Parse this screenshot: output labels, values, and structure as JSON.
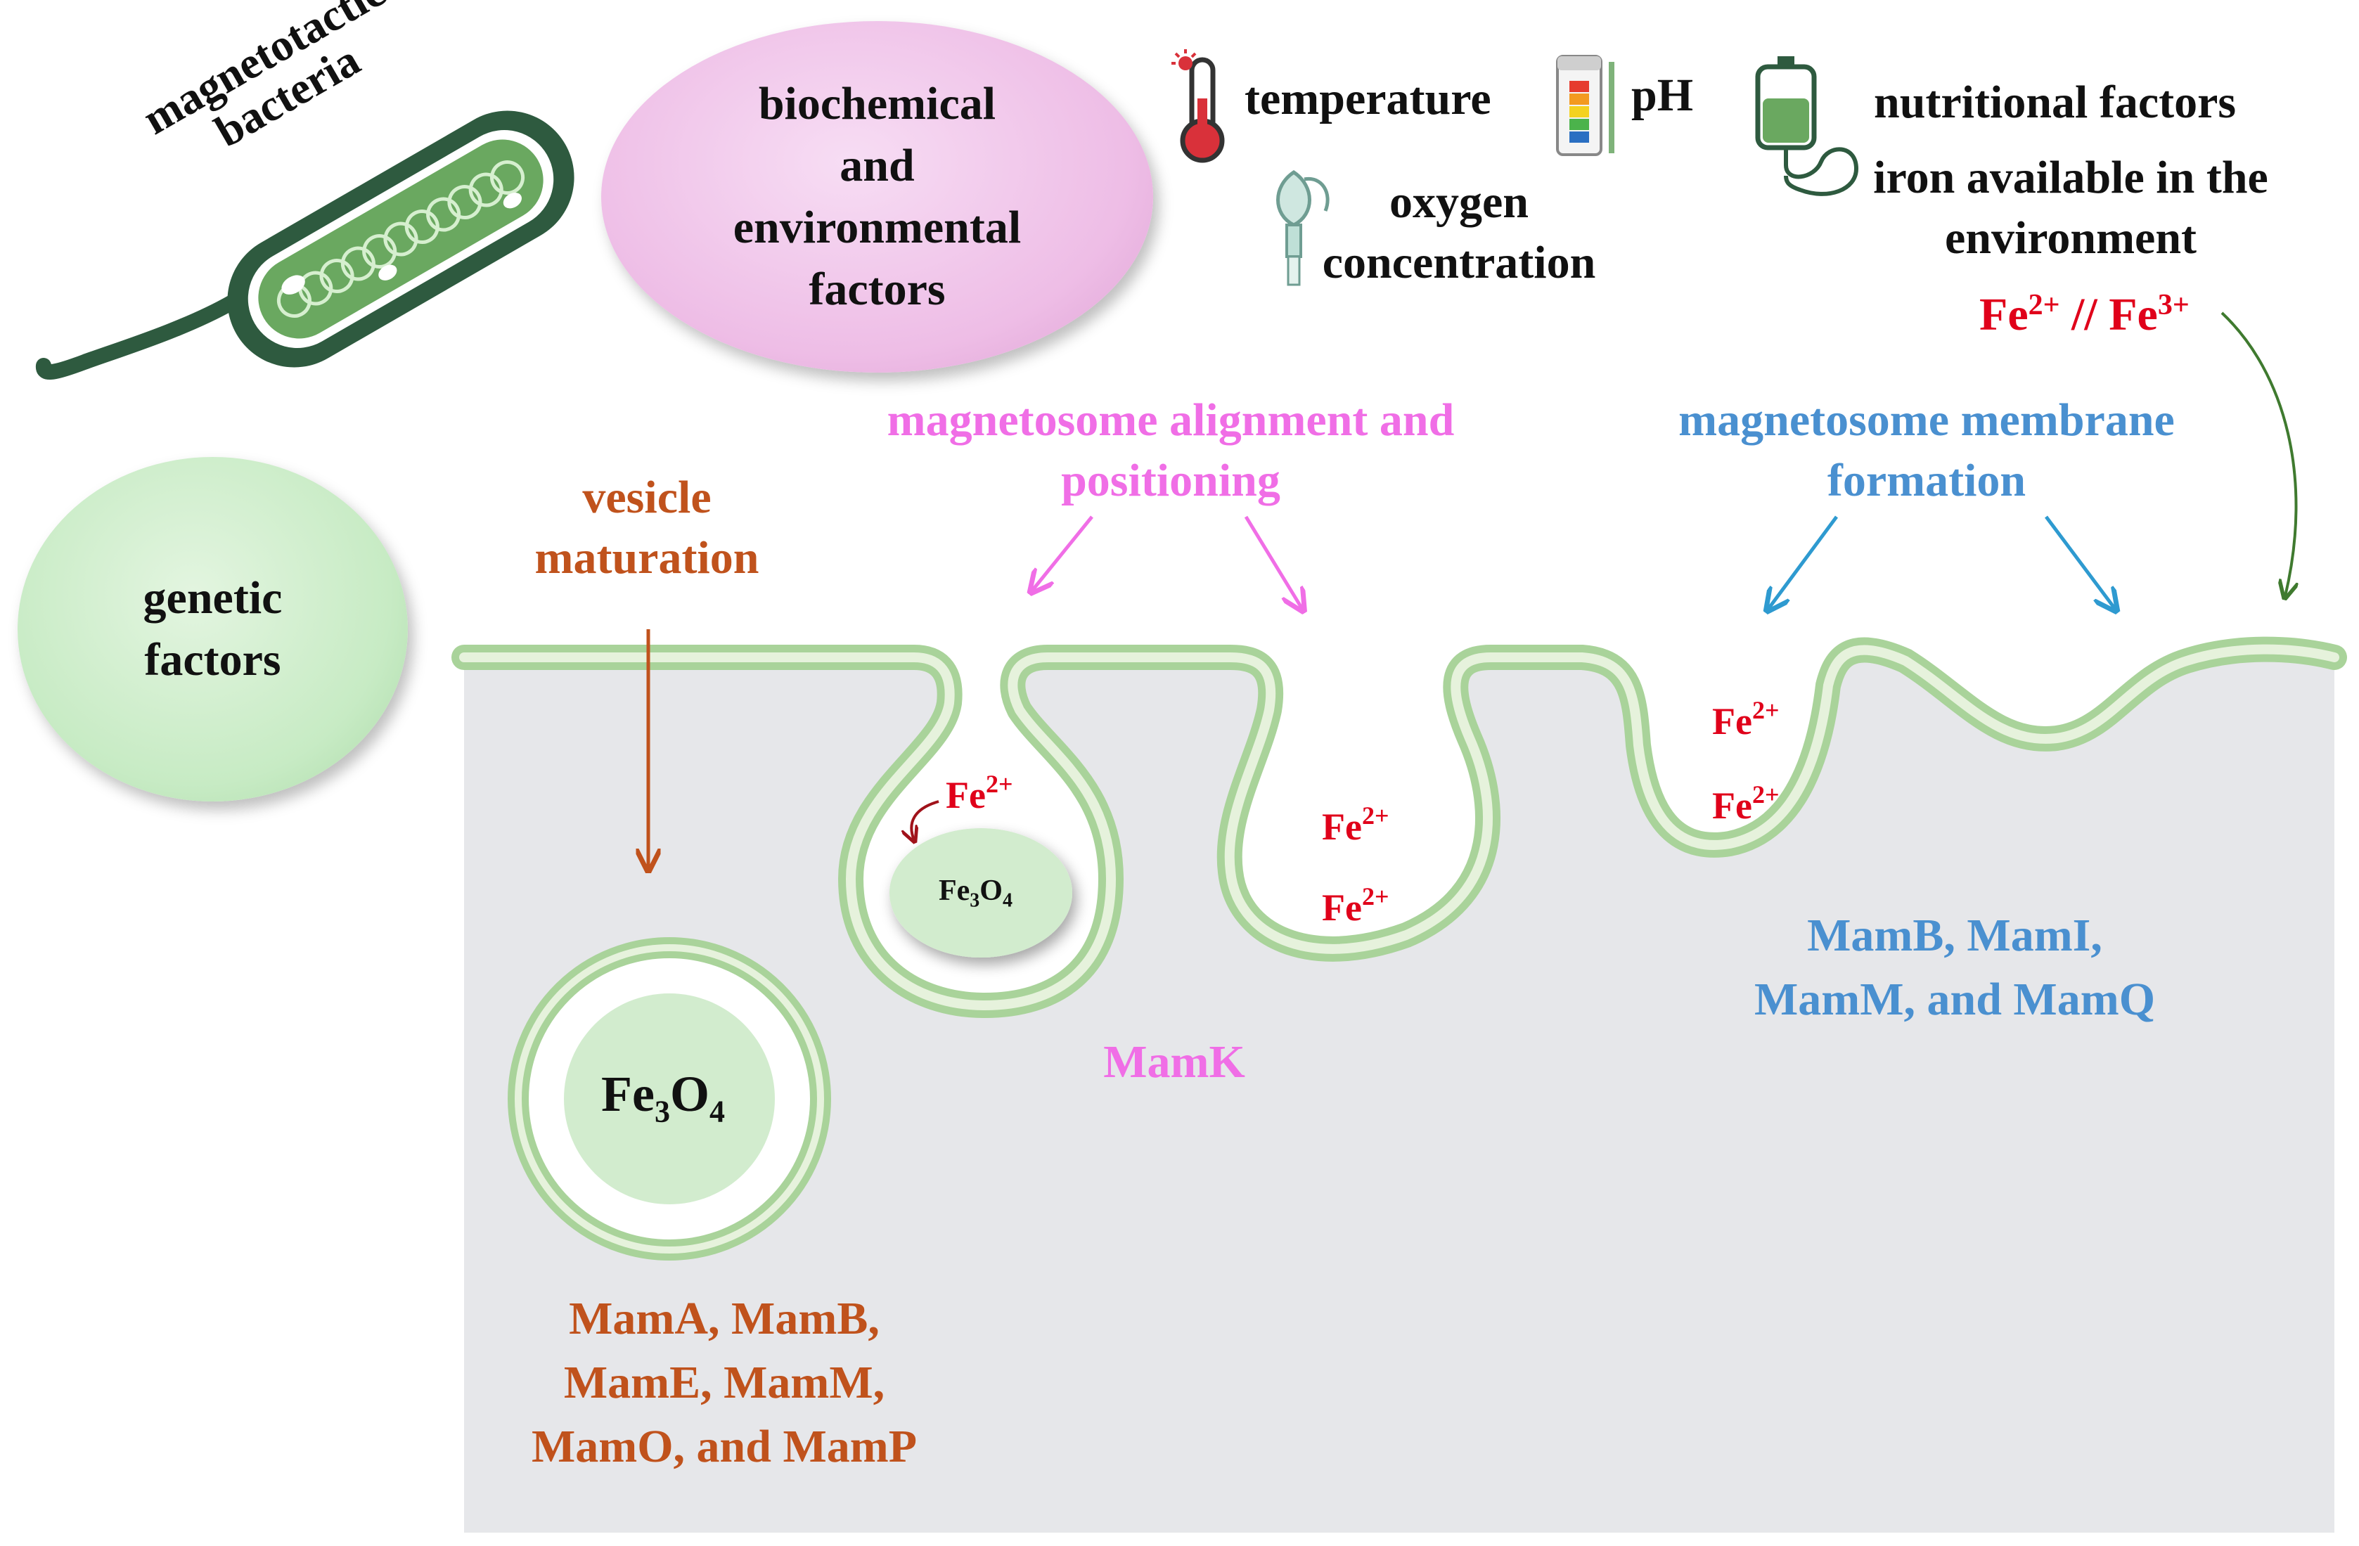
{
  "bacterium": {
    "label": "magnetotactic\nbacteria"
  },
  "bubbles": {
    "biochemical": "biochemical\nand\nenvironmental\nfactors",
    "genetic": "genetic\nfactors"
  },
  "environment": {
    "temperature": "temperature",
    "ph": "pH",
    "oxygen": "oxygen\nconcentration",
    "nutritional": "nutritional factors",
    "iron": "iron available in the\nenvironment"
  },
  "iron_species": {
    "fe2": "Fe",
    "fe2_charge": "2+",
    "separator": " // ",
    "fe3": "Fe",
    "fe3_charge": "3+"
  },
  "processes": {
    "vesicle": "vesicle\nmaturation",
    "alignment": "magnetosome alignment and\npositioning",
    "membrane": "magnetosome membrane\nformation"
  },
  "proteins": {
    "vesicle": "MamA, MamB,\nMamE, MamM,\nMamO, and MamP",
    "alignment": "MamK",
    "membrane": "MamB, MamI,\nMamM, and MamQ"
  },
  "mineral": {
    "fe": "Fe",
    "fe_sub": "3",
    "o": "O",
    "o_sub": "4"
  },
  "ions": {
    "symbol": "Fe",
    "charge": "2+"
  },
  "colors": {
    "vesicle": "#c0521c",
    "alignment": "#f06ee6",
    "membrane": "#4a90d0",
    "iron": "#e0001a",
    "membrane_fill": "#c8e6b8",
    "cell_fill": "#e6e7ea",
    "bacterium_dark": "#2e5a3f",
    "bacterium_light": "#6aa860"
  },
  "icons": [
    "bacterium-icon",
    "thermometer-icon",
    "ph-strip-icon",
    "oxygen-mask-icon",
    "iv-bag-icon"
  ]
}
